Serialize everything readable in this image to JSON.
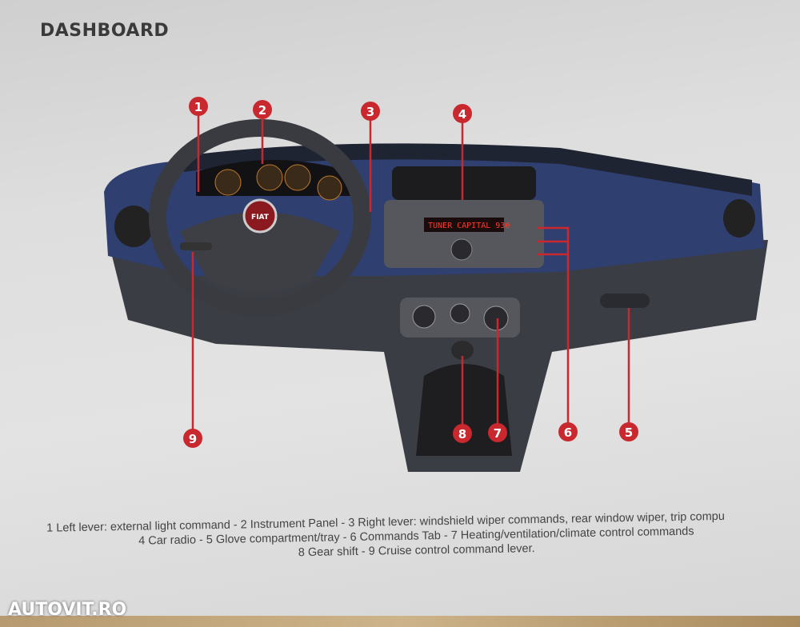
{
  "page": {
    "title": "DASHBOARD",
    "watermark": "AUTOVIT.RO"
  },
  "figure": {
    "brand_logo": "FIAT",
    "radio_display": "TUNER CAPITAL 930",
    "callout_color": "#c8282e",
    "callouts": [
      "1",
      "2",
      "3",
      "4",
      "5",
      "6",
      "7",
      "8",
      "9"
    ]
  },
  "caption": {
    "line1": "1 Left lever: external light command - 2 Instrument Panel - 3 Right lever: windshield wiper commands, rear window wiper, trip compu",
    "line2": "4 Car radio - 5 Glove compartment/tray - 6 Commands Tab - 7 Heating/ventilation/climate control commands",
    "line3": "8 Gear shift - 9 Cruise control command lever."
  }
}
